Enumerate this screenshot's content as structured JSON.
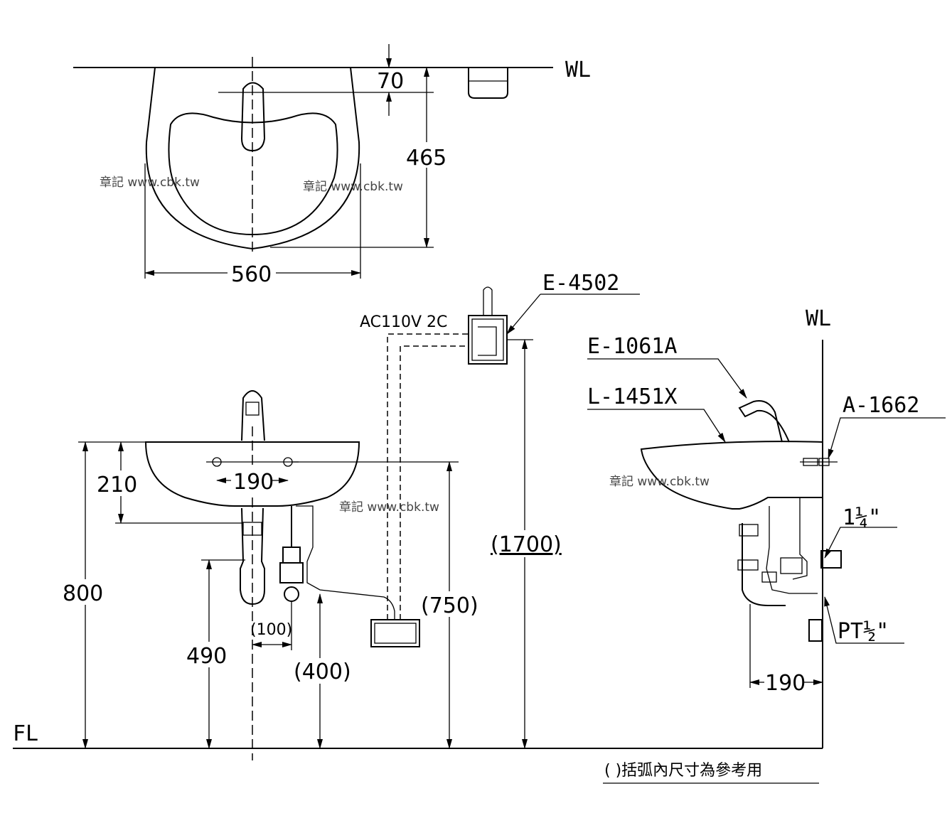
{
  "labels": {
    "wl_top": "WL",
    "wl_side": "WL",
    "fl": "FL",
    "ac": "AC110V 2C",
    "model_sensor": "E-4502",
    "model_faucet": "E-1061A",
    "model_basin": "L-1451X",
    "model_hanger": "A-1662",
    "pipe_drain": "1¼\"",
    "pipe_supply": "PT½\"",
    "note": "(   )括弧內尺寸為參考用"
  },
  "dims": {
    "d70": "70",
    "d465": "465",
    "d560": "560",
    "d210": "210",
    "d190_front": "190",
    "d800": "800",
    "d490": "490",
    "d100": "(100)",
    "d400": "(400)",
    "d750": "(750)",
    "d1700": "(1700)",
    "d190_side": "190"
  },
  "watermarks": [
    "章記 www.cbk.tw",
    "章記 www.cbk.tw",
    "章記 www.cbk.tw",
    "章記 www.cbk.tw"
  ]
}
